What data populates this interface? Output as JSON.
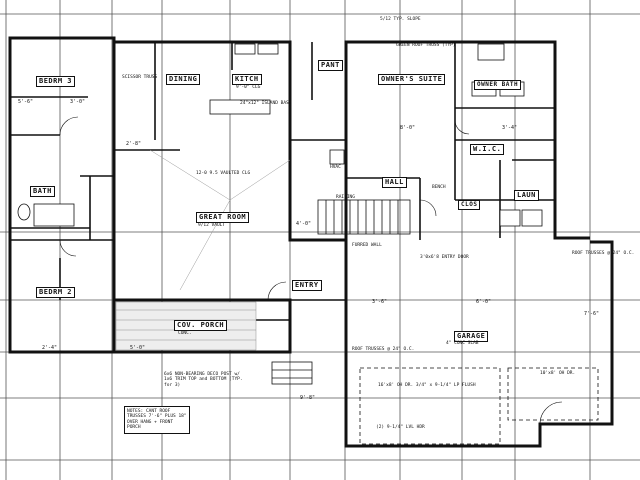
{
  "rooms": {
    "bedroom_3": "BEDRM 3",
    "bedroom_2": "BEDRM 2",
    "bath_2": "BATH",
    "dining": "DINING",
    "kitchen": "KITCH",
    "pantry": "PANT",
    "owners_suite": "OWNER'S SUITE",
    "owners_bath": "OWNER BATH",
    "wic": "W.I.C.",
    "laundry": "LAUN",
    "hall": "HALL",
    "great_room": "GREAT ROOM",
    "covered_porch": "COV. PORCH",
    "entry": "ENTRY",
    "garage": "GARAGE",
    "closet": "CLOS"
  },
  "notes": {
    "bedroom_3_detail": "SCISSOR TRUSS",
    "kitchen_detail": "9'-0\" CLG",
    "island": "24\"x12\" ISLAND BASE",
    "great_room_ceiling": "12-0 9.5 VAULTED CLG",
    "great_room_detail": "9/12 VAULT",
    "porch_detail": "CONC.",
    "garage_detail": "4\" CONC SLAB",
    "garage_trusses": "ROOF TRUSSES @ 24\" O.C.",
    "garage_header": "(2) 9-1/4\" LVL HDR",
    "green_roof": "GREEN ROOF TRUSS (TYP)",
    "ridge": "5/12 TYP. SLOPE",
    "roof_truss_top_right": "ROOF TRUSSES @ 24\" O.C.",
    "porch_post": "6x6 NON-BEARING DECO POST w/ 1x6 TRIM TOP and BOTTOM (TYP. for 3)",
    "garage_door_1": "16'x8' OH DR. 3/4\" x 9-1/4\" LP FLUSH",
    "garage_door_2": "10'x8' OH DR.",
    "notes_box": "NOTES: CANT ROOF TRUSSES 7'-6\" PLUS 18\" OVER HANG + FRONT PORCH",
    "mech": "HVAC",
    "railing": "RAILING",
    "bench": "BENCH",
    "furred_wall": "FURRED WALL",
    "entry_door": "3'0x6'8 ENTRY DOOR"
  },
  "dims": {
    "d1": "5'-6\"",
    "d2": "3'-0\"",
    "d3": "2'-8\"",
    "d4": "4'-0\"",
    "d5": "3'-6\"",
    "d6": "6'-0\"",
    "d7": "2'-4\"",
    "d8": "5'-0\"",
    "d9": "7'-6\"",
    "d10": "9'-8\"",
    "d11": "8'-0\"",
    "d12": "3'-4\""
  }
}
